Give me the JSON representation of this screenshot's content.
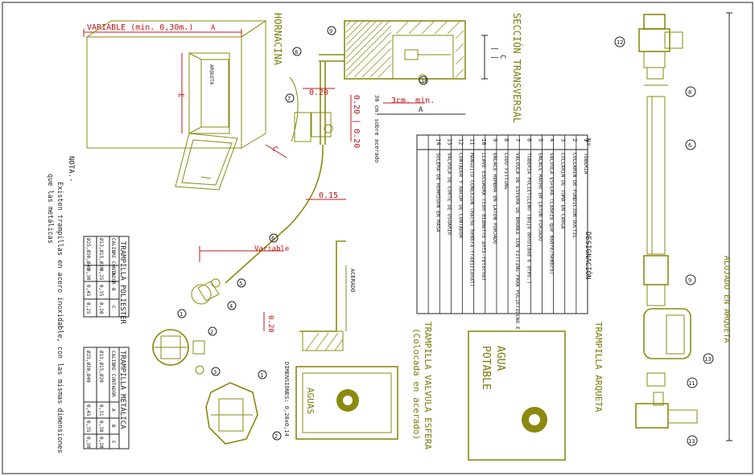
{
  "hornacina": {
    "title": "HORNACINA",
    "dim_variable": "VARIABLE (min. 0,30m.)",
    "dim_a": "A",
    "dim_e": "E",
    "label_arqueta": "ARQUETA",
    "dim_c": "C"
  },
  "seccion": {
    "title": "SECCIÓN TRANSVERSAL",
    "dim_c": "C",
    "dim_020": "0.20",
    "dim_020_020": "0.20 | 0.20",
    "dim_3cm": "3cm. min.",
    "dim_30cm": "30 cm. sobre acerado",
    "dim_a": "A",
    "dim_015": "0.15",
    "label_variable": "Variable",
    "label_acerado": "ACERADO",
    "dim_020b": "0.20",
    "callouts": [
      "8",
      "9",
      "7",
      "10",
      "6",
      "5",
      "4"
    ]
  },
  "designacion": {
    "header_no": "Nº",
    "header_designacion": "DESIGNACIÓN",
    "items": [
      {
        "no": "1",
        "text": "TUBERIA"
      },
      {
        "no": "2",
        "text": "COLLARIN DE FUNDICION DUCTIL"
      },
      {
        "no": "3",
        "text": "COLLARIN DE TOMA EN CARGA"
      },
      {
        "no": "4",
        "text": "VALVULA ESFERA (Cabeza que madre/hembra)"
      },
      {
        "no": "5",
        "text": "ENLACE MACHO EN LATON FORJADO"
      },
      {
        "no": "6",
        "text": "TUBERIA POLIETILENO (Baja densidad 6 atms.)"
      },
      {
        "no": "7",
        "text": "VALVULA DE ESFERA DE BRONCE CON FITTING PARA POLIETILENO EN LOS EXTREMOS, EJE DESMONTABLE, CUADRADILLO DE MANIOBRA PRECINTABLE, Y TRAMPILLON DE ACERADO"
      },
      {
        "no": "8",
        "text": "CODO FITTING"
      },
      {
        "no": "9",
        "text": "ENLACE HEMBRA EN LATON FORJADO"
      },
      {
        "no": "10",
        "text": "LLAVE ESCUADRA (con diámetro anti-retorno)"
      },
      {
        "no": "11",
        "text": "MANGUITO CONEXION (macho hembra-tradicional)"
      },
      {
        "no": "12",
        "text": "CONTADOR Y RACOR DE CONTADOR"
      },
      {
        "no": "13",
        "text": "VALVULA DE CORTE DE USUARIO"
      },
      {
        "no": "14",
        "text": "SOLERA DE HORMIGON EN MASA"
      }
    ]
  },
  "trampillas": {
    "poliester": {
      "title": "TRAMPILLA POLIESTER",
      "headers": [
        "CALIBRE CONTADOR",
        "A",
        "B",
        "C"
      ],
      "rows": [
        [
          "Ø13,Ø15,Ø20",
          "0,25",
          "0,35",
          "0,20"
        ],
        [
          "Ø25,Ø30,Ø40",
          "0,30",
          "0,45",
          "0,25"
        ]
      ]
    },
    "metalica": {
      "title": "TRAMPILLA METÁLICA",
      "headers": [
        "CALIBRE CONTADOR",
        "A",
        "B",
        "C"
      ],
      "rows": [
        [
          "Ø13,Ø15,Ø20",
          "0,31",
          "0,38",
          "0,20"
        ],
        [
          "Ø25,Ø30,Ø40",
          "0,45",
          "0,35",
          "0,30"
        ]
      ]
    }
  },
  "nota": {
    "title": "NOTA.-",
    "text1": "Existen trampillas en acero inoxidable, con las mismas dimensiones",
    "text2": "que las metálicas"
  },
  "valvula_esfera": {
    "title": "TRAMPILLA VALVULA ESFERA",
    "subtitle": "(Colocada en acerado)",
    "label": "AGUAS",
    "dimensiones": "DIMENSIONES: 0,20x0,14"
  },
  "arqueta": {
    "title": "TRAMPILLA ARQUETA",
    "label1": "AGUA",
    "label2": "POTABLE"
  },
  "alojado": {
    "title": "ALOJADO EN ARQUETA",
    "callouts": [
      "12",
      "8",
      "6",
      "9",
      "13",
      "11",
      "13"
    ]
  },
  "collarin_callouts": [
    "1",
    "2",
    "3",
    "1",
    "2"
  ],
  "colors": {
    "line": "#8a8a10",
    "dimension": "#c01818",
    "text": "#222222"
  }
}
